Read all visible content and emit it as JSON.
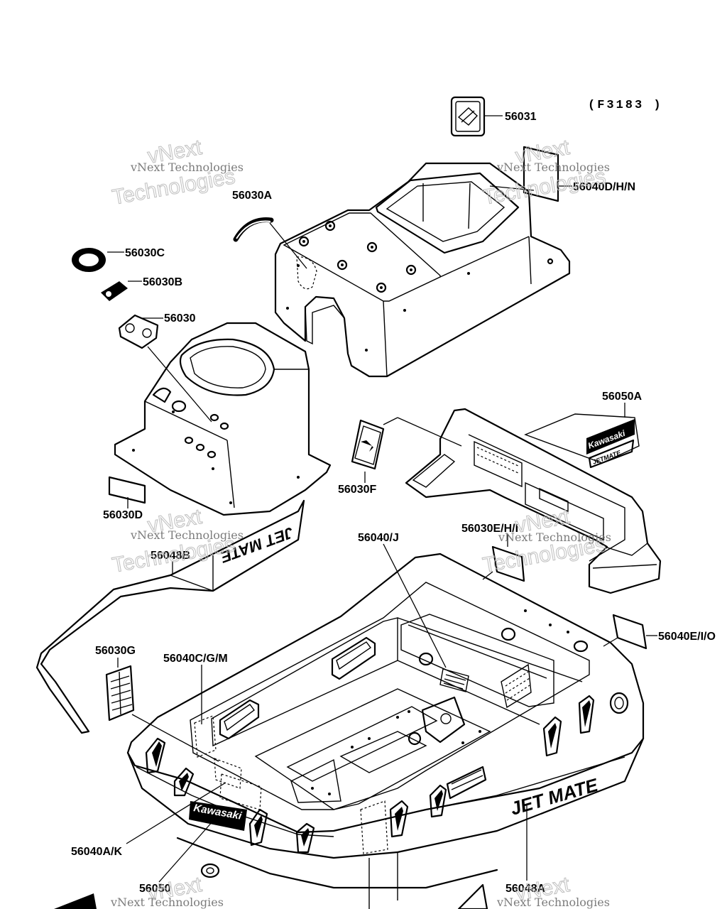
{
  "diagram_code": "(F3183 )",
  "parts": {
    "p56031": "56031",
    "p56040DHN": "56040D/H/N",
    "p56030A": "56030A",
    "p56030C": "56030C",
    "p56030B": "56030B",
    "p56030": "56030",
    "p56050A": "56050A",
    "p56030F": "56030F",
    "p56030D": "56030D",
    "p56048B": "56048B",
    "p56040J": "56040/J",
    "p56030EHI": "56030E/H/I",
    "p56040EIO": "56040E/I/O",
    "p56030G": "56030G",
    "p56040CGM": "56040C/G/M",
    "p56040AK": "56040A/K",
    "p56050": "56050",
    "p56048A": "56048A"
  },
  "decals": {
    "jet_mate": "JET MATE",
    "jet_mate_mirror": "JET MATE",
    "kawasaki": "Kawasaki",
    "jetmate_small": "JETMATE"
  },
  "watermark": {
    "small": "vNext Technologies",
    "big_top": "vNext",
    "big_bottom": "Technologies"
  }
}
